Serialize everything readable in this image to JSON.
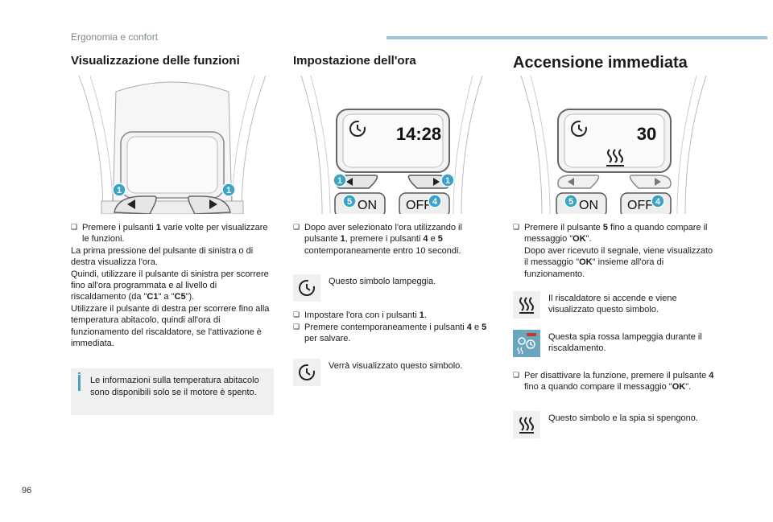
{
  "header": {
    "section": "Ergonomia e confort"
  },
  "page_number": "96",
  "col1": {
    "title": "Visualizzazione delle funzioni",
    "bullet": [
      "Premere i pulsanti ",
      "1",
      " varie volte per visualizzare le funzioni."
    ],
    "para1": "La prima pressione del pulsante di sinistra o di destra visualizza l'ora.",
    "para2a": "Quindi, utilizzare il pulsante di sinistra per scorrere fino all'ora programmata e al livello di riscaldamento (da \"",
    "c1": "C1",
    "para2b": "\" a \"",
    "c5": "C5",
    "para2c": "\").",
    "para3": "Utilizzare il pulsante di destra per scorrere fino alla temperatura abitacolo, quindi all'ora di funzionamento del riscaldatore, se l'attivazione è immediata.",
    "info": "Le informazioni sulla temperatura abitacolo sono disponibili solo se il motore è spento."
  },
  "col2": {
    "title": "Impostazione dell'ora",
    "display_time": "14:28",
    "btn_on": "ON",
    "btn_off": "OFF",
    "b1a": "Dopo aver selezionato l'ora utilizzando il pulsante ",
    "b1n1": "1",
    "b1b": ", premere i pulsanti ",
    "b1n4": "4",
    "b1c": " e ",
    "b1n5": "5",
    "b1d": " contemporaneamente entro 10 secondi.",
    "icon1_text": "Questo simbolo lampeggia.",
    "b2a": "Impostare l'ora con i pulsanti ",
    "b2n1": "1",
    "b2b": ".",
    "b3a": "Premere contemporaneamente i pulsanti ",
    "b3n4": "4",
    "b3b": " e ",
    "b3n5": "5",
    "b3c": " per salvare.",
    "icon2_text": "Verrà visualizzato questo simbolo."
  },
  "col3": {
    "title": "Accensione immediata",
    "display_value": "30",
    "btn_on": "ON",
    "btn_off": "OFF",
    "b1a": "Premere il pulsante ",
    "b1n5": "5",
    "b1b": " fino a quando compare il messaggio \"",
    "ok1": "OK",
    "b1c": "\".",
    "b1d": "Dopo aver ricevuto il segnale, viene visualizzato il messaggio \"",
    "ok2": "OK",
    "b1e": "\" insieme all'ora di funzionamento.",
    "icon1_text": "Il riscaldatore si accende e viene visualizzato questo simbolo.",
    "icon2_text": "Questa spia rossa lampeggia durante il riscaldamento.",
    "b2a": "Per disattivare la funzione, premere il pulsante ",
    "b2n4": "4",
    "b2b": " fino a quando compare il messaggio \"",
    "ok3": "OK",
    "b2c": "\".",
    "icon3_text": "Questo simbolo e la spia si spengono."
  },
  "labels": {
    "one": "1",
    "four": "4",
    "five": "5"
  },
  "bullet_glyph": "❑",
  "colors": {
    "accent": "#3d9dc0",
    "callout": "#3aa3c8",
    "warning": "#c23a2a"
  }
}
